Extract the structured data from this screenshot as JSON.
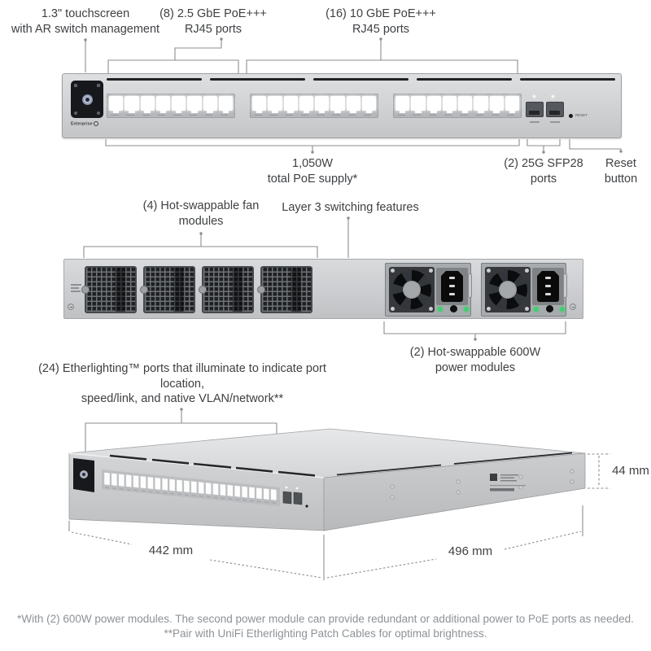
{
  "annotations": {
    "touchscreen": {
      "text": "1.3\" touchscreen\nwith AR switch management"
    },
    "ports8": {
      "text": "(8) 2.5 GbE PoE+++\nRJ45 ports"
    },
    "ports16": {
      "text": "(16) 10 GbE PoE+++\nRJ45 ports"
    },
    "poe_supply": {
      "text": "1,050W\ntotal PoE supply*"
    },
    "sfp28": {
      "text": "(2) 25G SFP28\nports"
    },
    "reset": {
      "text": "Reset\nbutton"
    },
    "fans": {
      "text": "(4) Hot-swappable fan\nmodules"
    },
    "layer3": {
      "text": "Layer 3 switching features"
    },
    "psu": {
      "text": "(2) Hot-swappable 600W\npower modules"
    },
    "etherlighting": {
      "text": "(24) Etherlighting™ ports that illuminate to indicate port location,\nspeed/link, and native VLAN/network**"
    }
  },
  "dimensions": {
    "height": "44 mm",
    "width": "442 mm",
    "depth": "496 mm"
  },
  "device": {
    "brand_label": "Enterprise",
    "reset_label": "RESET",
    "port_count": 24,
    "front_port_groups": 3,
    "ports_per_group": 8,
    "sfp_count": 2,
    "fan_count": 4,
    "psu_count": 2
  },
  "footnotes": {
    "note1": "*With (2) 600W power modules. The second power module can provide redundant or additional power to PoE ports as needed.",
    "note2": "**Pair with UniFi Etherlighting Patch Cables for optimal brightness."
  },
  "colors": {
    "bg": "#ffffff",
    "text-dark": "#3e4043",
    "text-muted": "#8d9297",
    "line-gray": "#8c8e90",
    "chassis": "#cfd1d3",
    "led-green": "#3fd16d"
  }
}
